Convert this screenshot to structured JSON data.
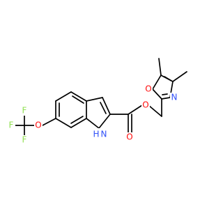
{
  "structure": {
    "atoms": {
      "F_left": "F",
      "F_top": "F",
      "F_bottom": "F",
      "O_ether": "O",
      "NH": "H",
      "N_indole": "N",
      "O_carbonyl": "O",
      "O_ester": "O",
      "O_oxazole": "O",
      "N_oxazole": "N"
    },
    "colors": {
      "fluorine": "#90e050",
      "oxygen": "#ff0d0d",
      "nitrogen": "#3050f8",
      "bond": "#000000"
    }
  }
}
